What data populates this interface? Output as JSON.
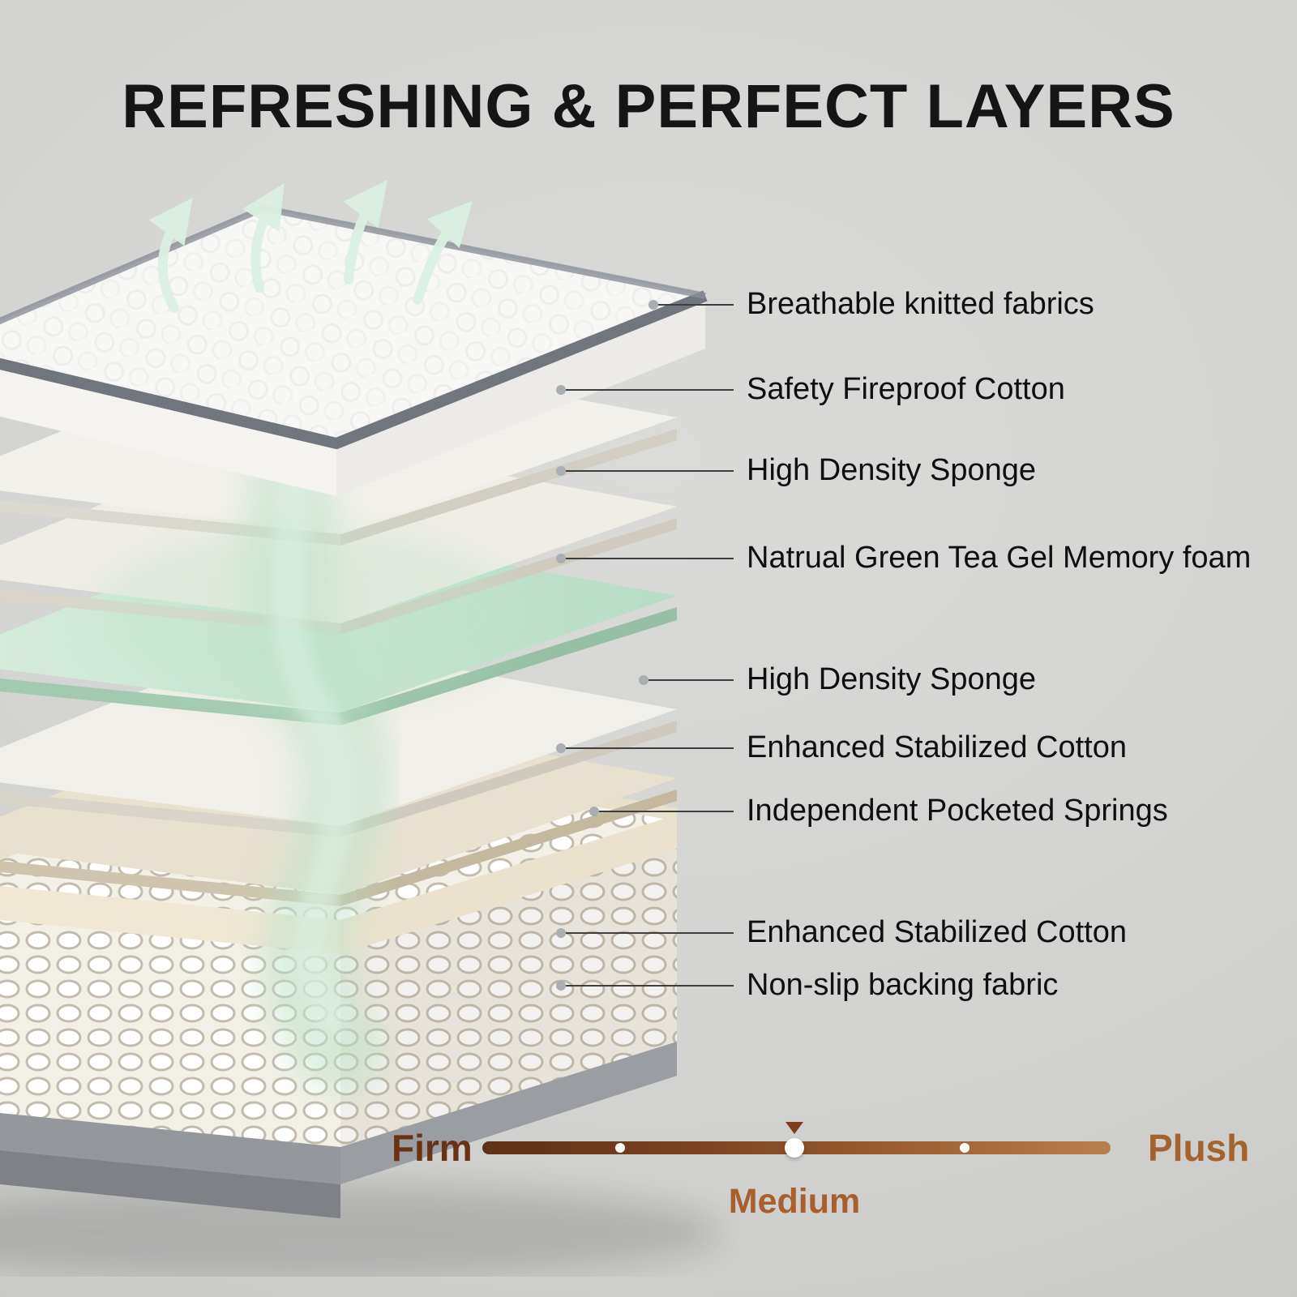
{
  "title": "REFRESHING & PERFECT LAYERS",
  "callouts": [
    {
      "label": "Breathable knitted fabrics"
    },
    {
      "label": "Safety Fireproof Cotton"
    },
    {
      "label": "High Density Sponge"
    },
    {
      "label": "Natrual Green Tea Gel Memory foam"
    },
    {
      "label": "High Density Sponge"
    },
    {
      "label": "Enhanced Stabilized Cotton"
    },
    {
      "label": "Independent Pocketed Springs"
    },
    {
      "label": "Enhanced Stabilized Cotton"
    },
    {
      "label": "Non-slip backing fabric"
    }
  ],
  "firmness_scale": {
    "left_label": "Firm",
    "right_label": "Plush",
    "selected_label": "Medium",
    "selected_value": "Medium",
    "stops": [
      "Firm",
      "Medium",
      "Plush"
    ]
  },
  "illustration": {
    "type": "mattress-exploded-layers",
    "airflow_icon": "airflow-arrows"
  },
  "colors": {
    "background": "#d5d5d3",
    "text": "#111111",
    "bar_gradient_start": "#5e3015",
    "bar_gradient_end": "#b97f4f",
    "firm_label": "#693217",
    "plush_label": "#a4622f",
    "medium_label": "#a85f2e",
    "marker_triangle": "#7b3f1c",
    "green_accent": "#c6e2cf"
  }
}
